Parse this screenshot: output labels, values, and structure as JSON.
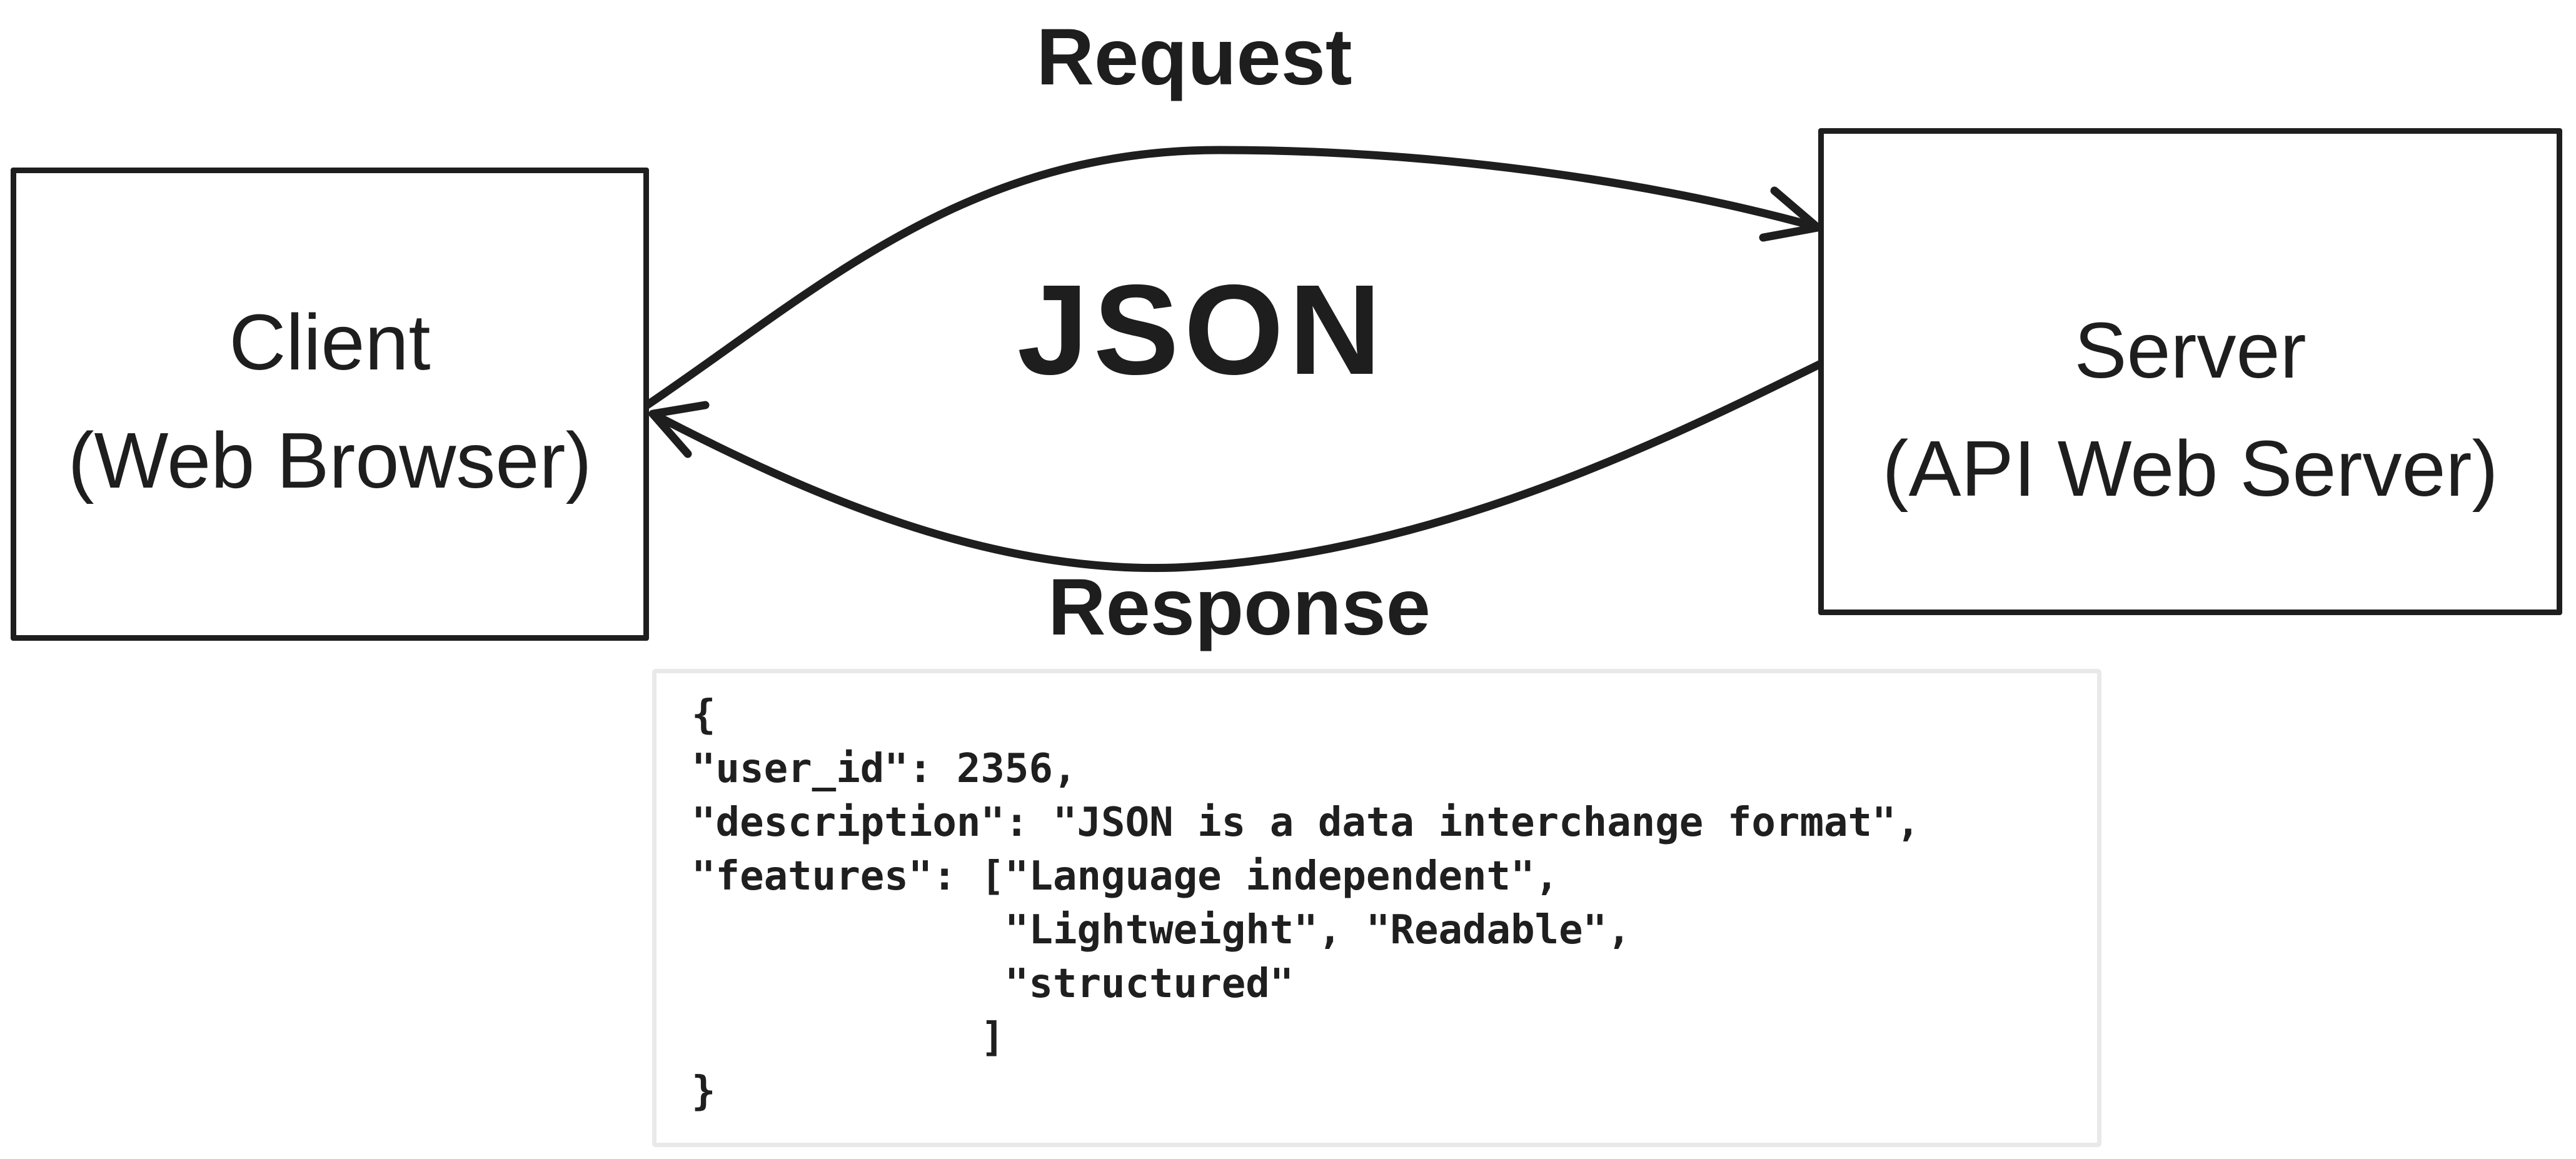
{
  "diagram": {
    "client_box": {
      "title": "Client",
      "subtitle": "(Web Browser)"
    },
    "server_box": {
      "title": "Server",
      "subtitle": "(API Web Server)"
    },
    "labels": {
      "request": "Request",
      "payload": "JSON",
      "response": "Response"
    },
    "code_block": {
      "lines": [
        "{",
        "\"user_id\": 2356,",
        "\"description\": \"JSON is a data interchange format\",",
        "\"features\": [\"Language independent\",",
        "             \"Lightweight\", \"Readable\",",
        "             \"structured\"",
        "            ]",
        "}"
      ]
    },
    "colors": {
      "stroke": "#1e1e1e",
      "code_border": "#e9e9e9",
      "background": "#ffffff"
    }
  }
}
